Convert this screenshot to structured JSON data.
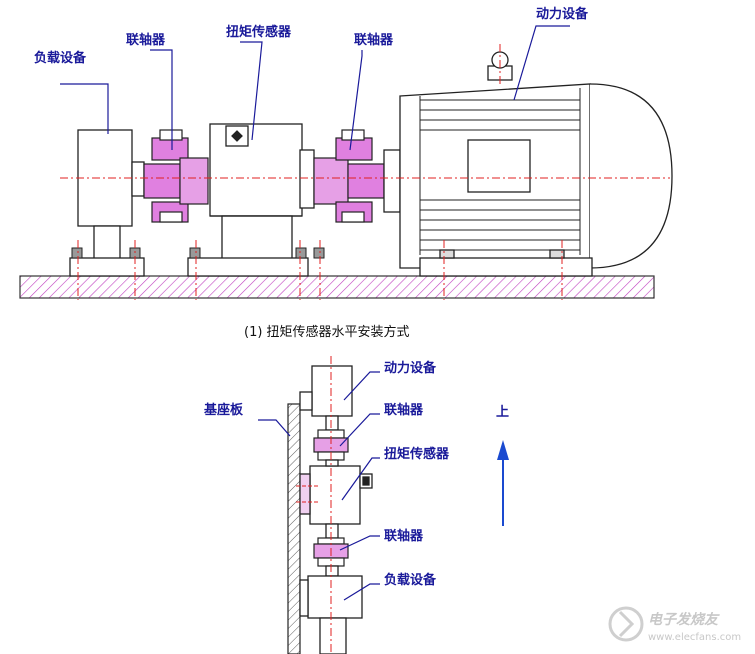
{
  "top_diagram": {
    "labels": {
      "load": "负载设备",
      "coupling_left": "联轴器",
      "torque_sensor": "扭矩传感器",
      "coupling_right": "联轴器",
      "power": "动力设备"
    },
    "caption": "(1)  扭矩传感器水平安装方式"
  },
  "bottom_diagram": {
    "labels": {
      "power": "动力设备",
      "coupling_top": "联轴器",
      "torque_sensor": "扭矩传感器",
      "coupling_bottom": "联轴器",
      "load": "负载设备",
      "base_plate": "基座板",
      "up": "上"
    }
  },
  "watermark": {
    "text": "电子发烧友",
    "url": "www.elecfans.com"
  },
  "colors": {
    "outline": "#111111",
    "label": "#1a1a9a",
    "centerline": "#e02020",
    "hatch": "#c040c0",
    "coupling": "#d060d0",
    "arrow": "#1a4ad0"
  }
}
